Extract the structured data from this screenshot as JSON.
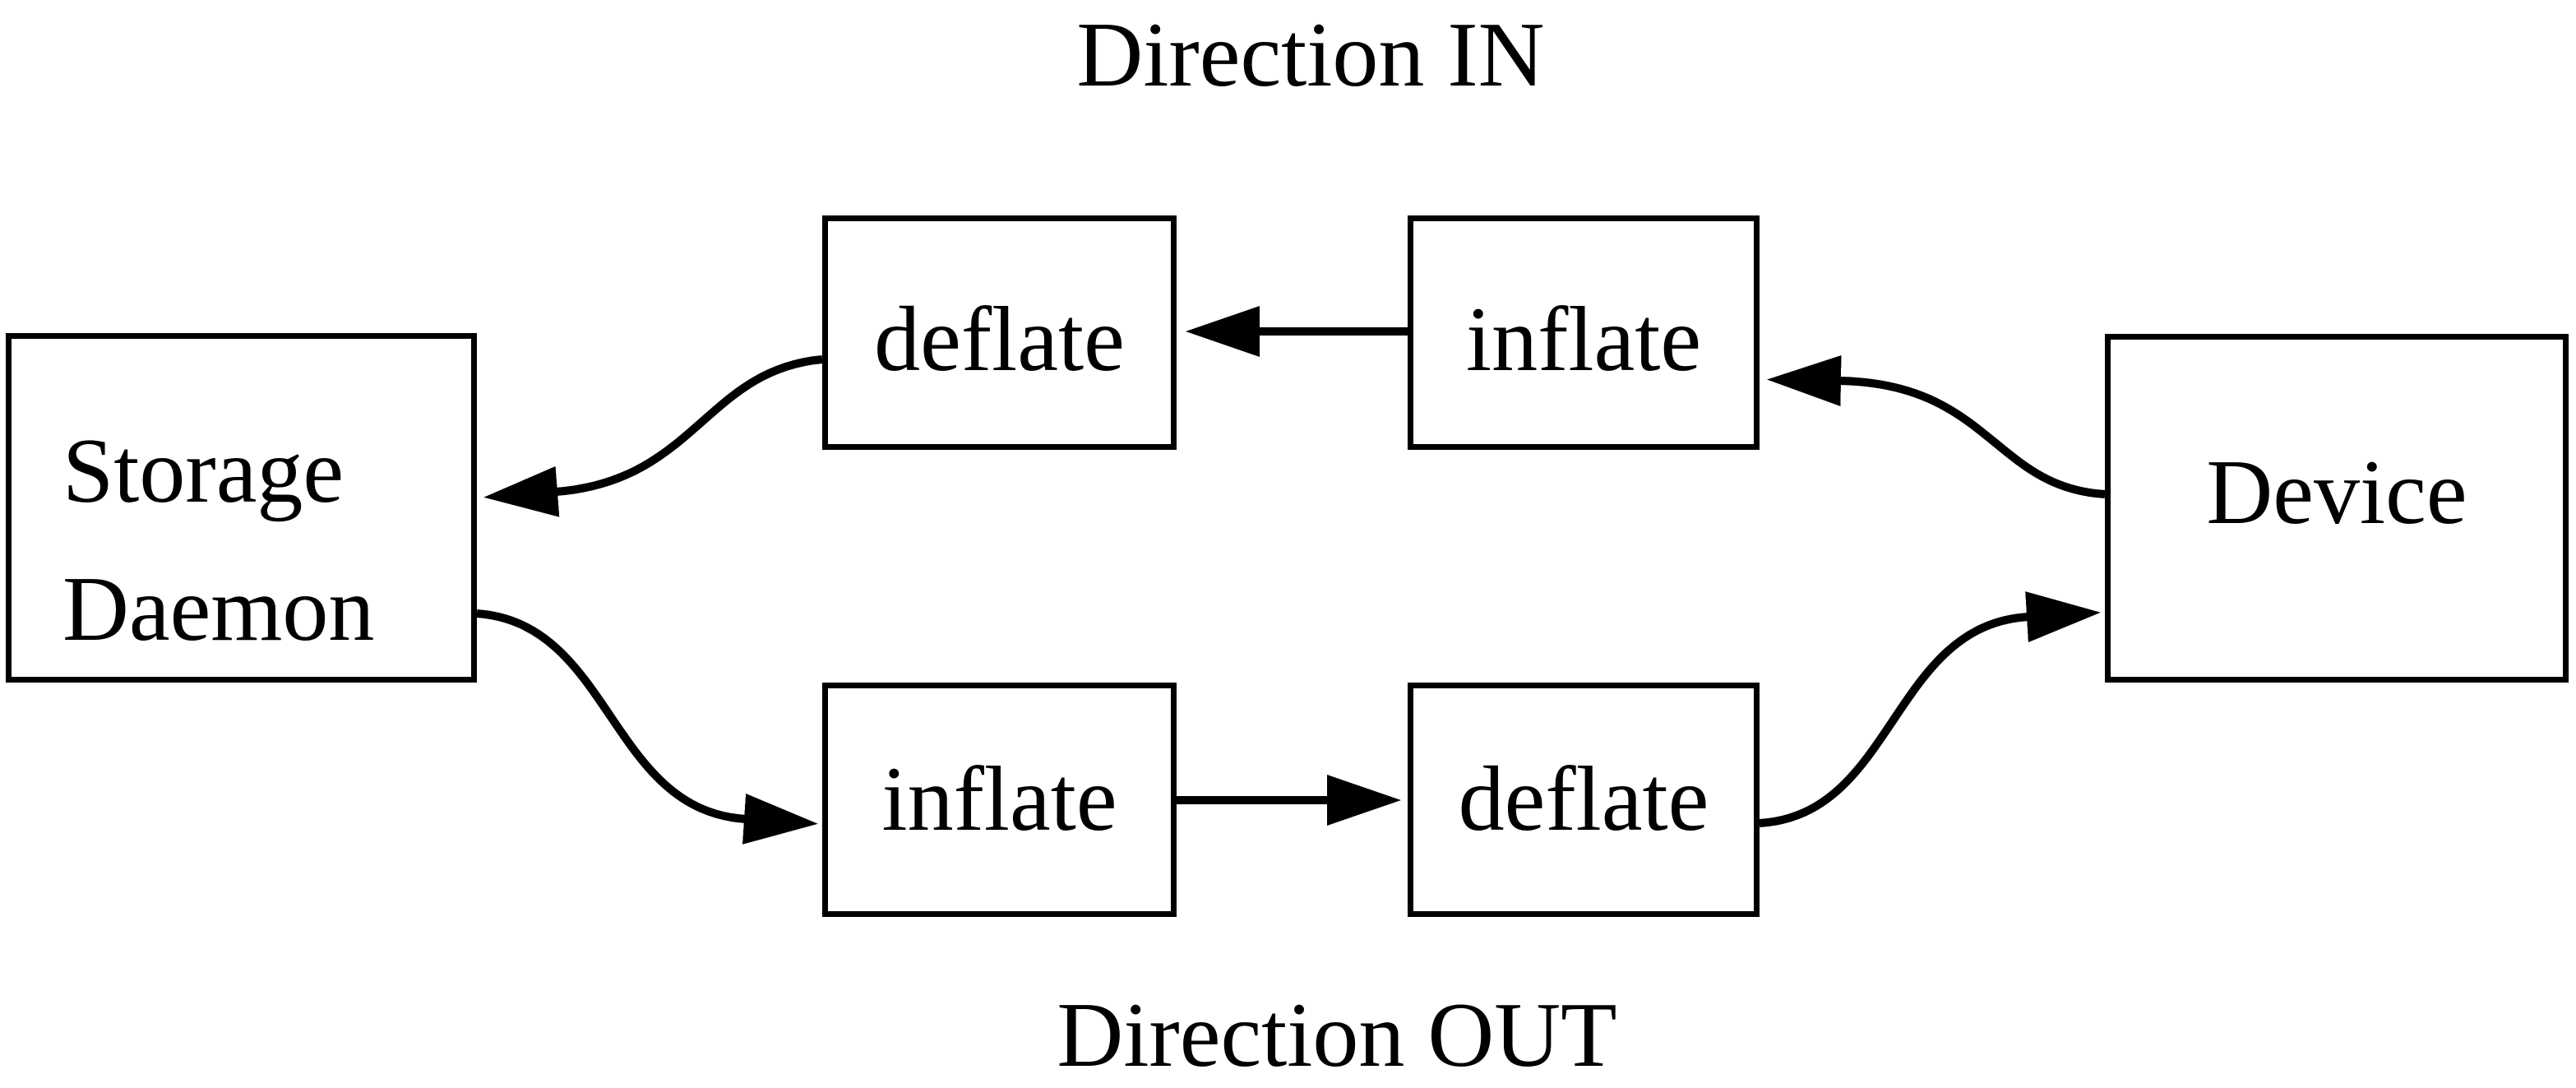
{
  "diagram": {
    "title_in": "Direction IN",
    "title_out": "Direction OUT",
    "nodes": {
      "storage_daemon": {
        "line1": "Storage",
        "line2": "Daemon"
      },
      "deflate_in": {
        "label": "deflate"
      },
      "inflate_in": {
        "label": "inflate"
      },
      "inflate_out": {
        "label": "inflate"
      },
      "deflate_out": {
        "label": "deflate"
      },
      "device": {
        "label": "Device"
      }
    },
    "edges": [
      {
        "from": "device",
        "to": "inflate_in",
        "direction": "IN"
      },
      {
        "from": "inflate_in",
        "to": "deflate_in",
        "direction": "IN"
      },
      {
        "from": "deflate_in",
        "to": "storage_daemon",
        "direction": "IN"
      },
      {
        "from": "storage_daemon",
        "to": "inflate_out",
        "direction": "OUT"
      },
      {
        "from": "inflate_out",
        "to": "deflate_out",
        "direction": "OUT"
      },
      {
        "from": "deflate_out",
        "to": "device",
        "direction": "OUT"
      }
    ],
    "colors": {
      "stroke": "#000000",
      "text": "#000000",
      "background": "#ffffff"
    }
  }
}
